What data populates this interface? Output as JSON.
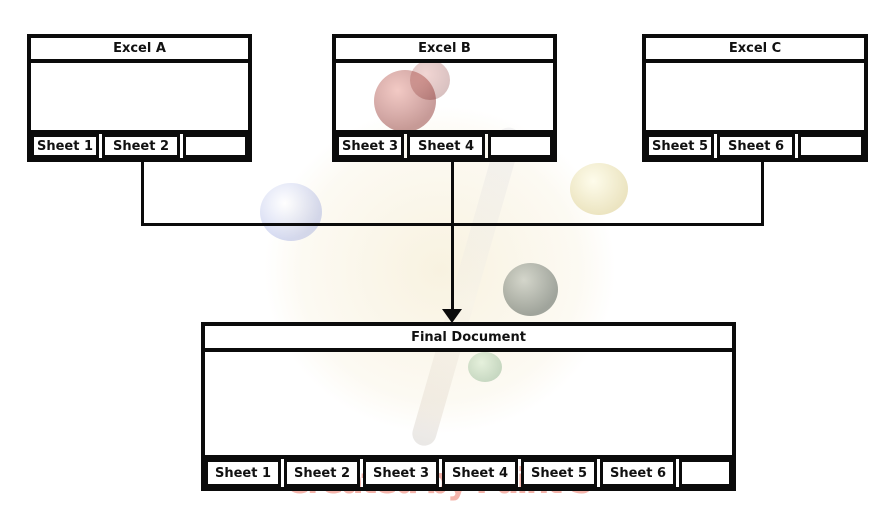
{
  "sources": [
    {
      "title": "Excel A",
      "tabs": [
        "Sheet 1",
        "Sheet 2",
        ""
      ]
    },
    {
      "title": "Excel B",
      "tabs": [
        "Sheet 3",
        "Sheet 4",
        ""
      ]
    },
    {
      "title": "Excel C",
      "tabs": [
        "Sheet 5",
        "Sheet 6",
        ""
      ]
    }
  ],
  "target": {
    "title": "Final Document",
    "tabs": [
      "Sheet 1",
      "Sheet 2",
      "Sheet 3",
      "Sheet 4",
      "Sheet 5",
      "Sheet 6",
      ""
    ]
  },
  "watermark": {
    "text": "Created by Paint S",
    "text_color": "#f4b4ab"
  },
  "colors": {
    "line": "#0b0b0b",
    "box_fill": "#ffffff",
    "text": "#111111"
  }
}
